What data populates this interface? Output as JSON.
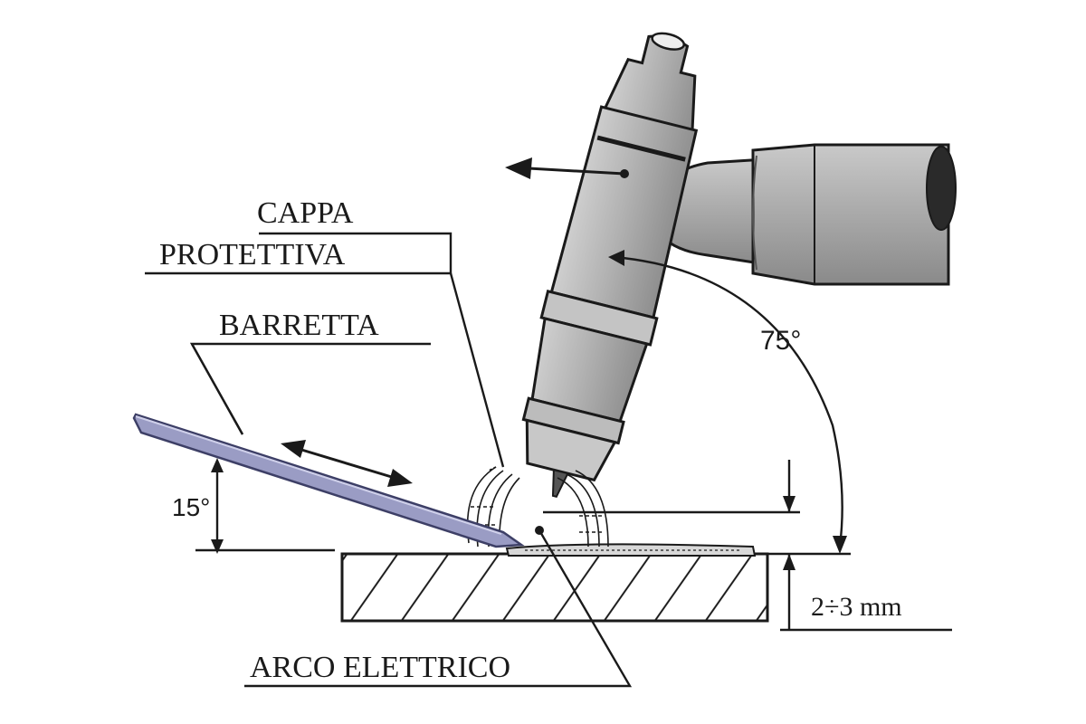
{
  "labels": {
    "cappa": "CAPPA",
    "protettiva": "PROTETTIVA",
    "barretta": "BARRETTA",
    "arco": "ARCO ELETTRICO"
  },
  "angles": {
    "torch": "75°",
    "rod": "15°"
  },
  "dimension": {
    "gap": "2÷3 mm"
  },
  "colors": {
    "ink": "#1a1a1a",
    "metal": "#b9b9b9",
    "metal_dark": "#8c8c8c",
    "rod": "#9a9cc4",
    "rod_edge": "#3d3f66"
  }
}
